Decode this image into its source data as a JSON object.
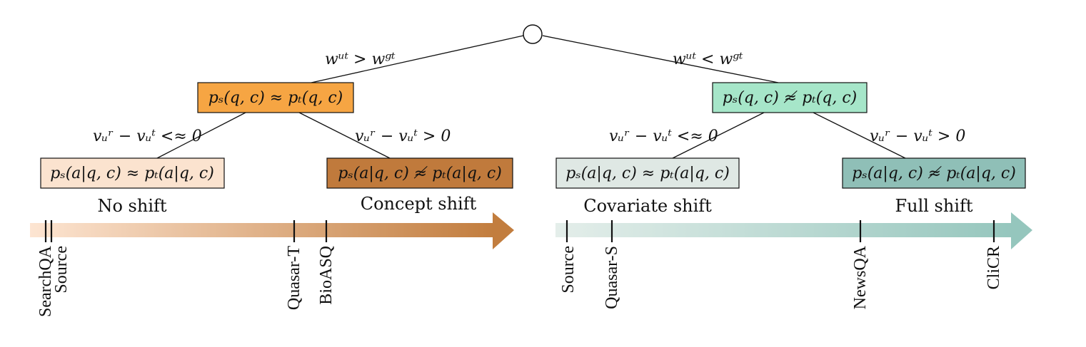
{
  "branches": {
    "left": "wᵘᵗ > wᵍᵗ",
    "right": "wᵘᵗ < wᵍᵗ",
    "left_left": "vᵤʳ − vᵤᵗ <≈ 0",
    "left_right": "vᵤʳ − vᵤᵗ > 0",
    "right_left": "vᵤʳ − vᵤᵗ <≈ 0",
    "right_right": "vᵤʳ − vᵤᵗ > 0"
  },
  "nodes": {
    "left_mid": "pₛ(q, c) ≈ pₜ(q, c)",
    "right_mid": "pₛ(q, c) ≉ pₜ(q, c)",
    "leaf_1": "pₛ(a|q, c) ≈ pₜ(a|q, c)",
    "leaf_2": "pₛ(a|q, c) ≉ pₜ(a|q, c)",
    "leaf_3": "pₛ(a|q, c) ≈ pₜ(a|q, c)",
    "leaf_4": "pₛ(a|q, c) ≉ pₜ(a|q, c)"
  },
  "shifts": {
    "no_shift": "No shift",
    "concept_shift": "Concept shift",
    "covariate_shift": "Covariate shift",
    "full_shift": "Full shift"
  },
  "datasets": {
    "left": [
      "SearchQA",
      "Source",
      "Quasar-T",
      "BioASQ"
    ],
    "right": [
      "Source",
      "Quasar-S",
      "NewsQA",
      "CliCR"
    ]
  },
  "colors": {
    "orange_light": "#fbe3cf",
    "orange_mid": "#f6a543",
    "orange_dark": "#c07a3c",
    "teal_light": "#dfe8e4",
    "teal_mid": "#a6e6c9",
    "teal_dark": "#8fbfb7"
  }
}
